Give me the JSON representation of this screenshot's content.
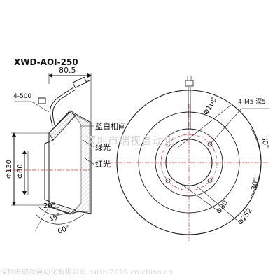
{
  "watermark_top": "",
  "watermark_center": "深圳市瑞视自动化",
  "watermark_bottom": "深圳市瑞视自动化有限公司  ruishi2019.cn.china.cn",
  "title": "XWD-AOI-250",
  "side_view": {
    "dim_top": "80.5",
    "callout_left": "4-500",
    "labels": [
      "蓝白相间",
      "绿光",
      "红光"
    ],
    "dia_outer": "Φ130",
    "dia_inner": "Φ80",
    "angles": [
      "20°",
      "45°",
      "60°"
    ]
  },
  "front_view": {
    "dia_108": "Φ108",
    "holes": "4-M5 深5",
    "angle_30_top": "30°",
    "angle_30_bottom": "30°",
    "dia_80": "Φ80",
    "dia_252": "Φ252"
  },
  "colors": {
    "line": "#1a1a1a",
    "centerline": "#d23a3a",
    "hatch": "#8a8a8a",
    "watermark": "#c9c9c9"
  }
}
